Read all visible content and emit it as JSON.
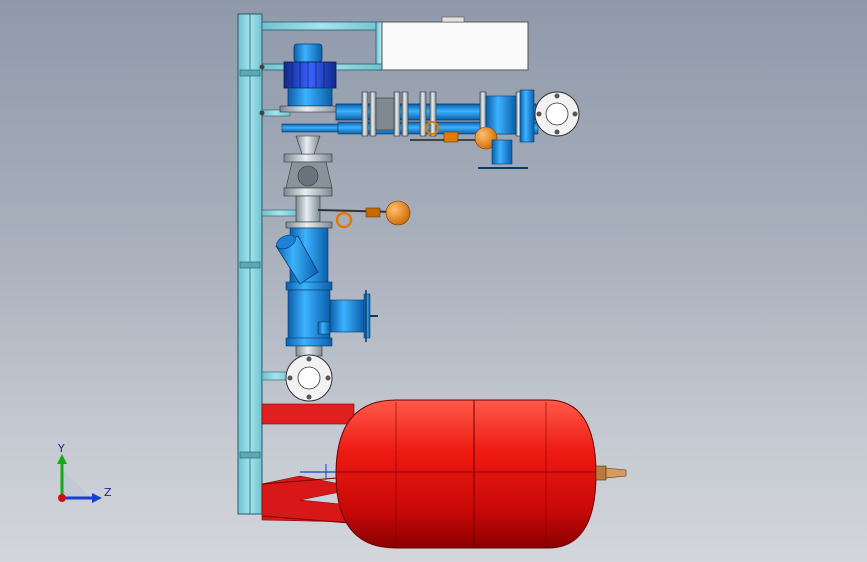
{
  "viewport": {
    "background_top": "#8f99aa",
    "background_bottom": "#d3d6db"
  },
  "colors": {
    "frame": "#8fd6e0",
    "frame_edge": "#2b5a66",
    "pipe_blue": "#1e90e8",
    "pipe_blue_dark": "#0b5ea8",
    "motor_blue": "#1a3fc0",
    "tank_red": "#e01010",
    "support_red": "#e02020",
    "float_orange": "#f08a10",
    "flange_white": "#f2f2f2",
    "panel_white": "#fafafa"
  },
  "components": [
    "mounting-frame",
    "control-panel",
    "pump-motor",
    "gate-valve",
    "check-valve",
    "float-valve",
    "y-strainer",
    "pressure-tank",
    "inlet-flange",
    "outlet-flange"
  ],
  "triad": {
    "y_label": "Y",
    "z_label": "Z",
    "y_color": "#18a818",
    "z_color": "#1a3fd0",
    "x_color": "#d01010"
  }
}
